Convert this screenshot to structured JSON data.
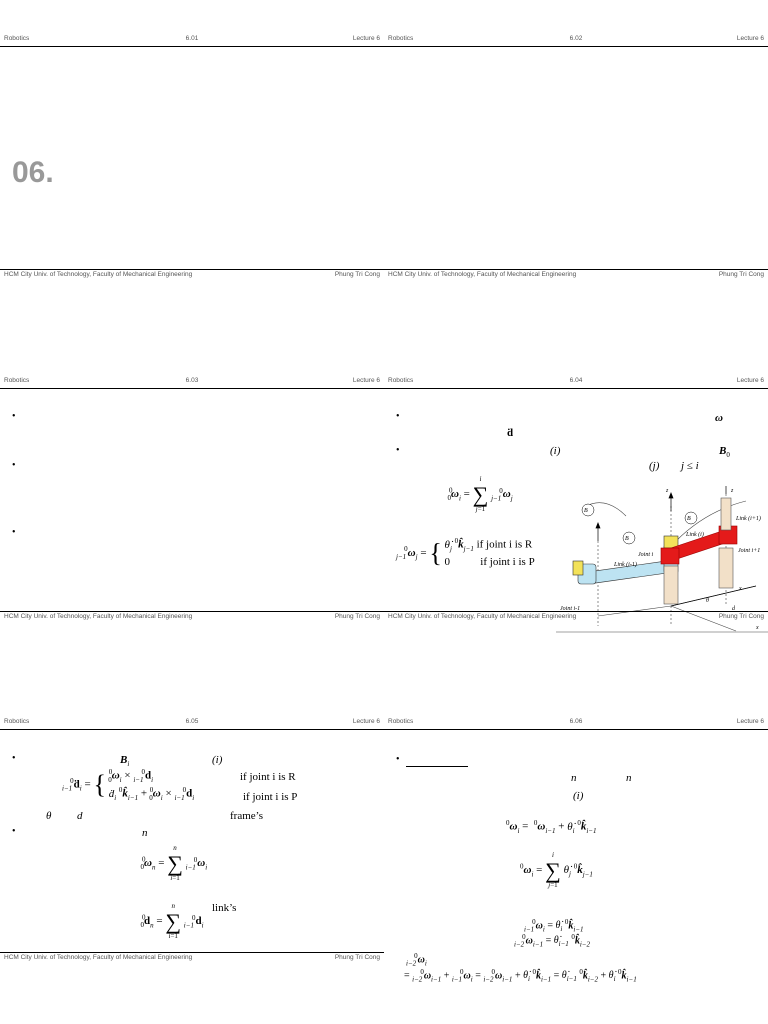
{
  "header": {
    "left": "Robotics",
    "right": "Lecture 6"
  },
  "footer": {
    "left": "HCM City Univ. of Technology, Faculty of Mechanical Engineering",
    "right": "Phung Tri Cong"
  },
  "slides": [
    {
      "number": "6.01",
      "title": "06."
    },
    {
      "number": "6.02"
    },
    {
      "number": "6.03",
      "bullets": [
        "•",
        "•",
        "•"
      ]
    },
    {
      "number": "6.04",
      "bullets": [
        "•",
        "•"
      ],
      "symbols": {
        "omega": "ω",
        "d": "ḋ",
        "i_paren": "(i)",
        "B0": "B",
        "B0_sub": "0",
        "j_paren": "(j)",
        "j_le_i": "j ≤ i"
      },
      "cases": {
        "r_label": "if joint i is R",
        "p_label": "if joint i is P",
        "zero": "0"
      },
      "figure_labels": {
        "B_im1": "B",
        "B_i": "B",
        "B_ip1": "B",
        "link_i": "Link (i)",
        "link_im1": "Link (i-1)",
        "link_ip1": "Link (i+1)",
        "joint_i": "Joint i",
        "joint_im1": "Joint i-1",
        "joint_ip1": "Joint i+1",
        "z_i": "z",
        "z_im1": "z",
        "x_i": "x",
        "x_im1": "x",
        "d_i": "d",
        "theta_i": "θ"
      }
    },
    {
      "number": "6.05",
      "bullets": [
        "•",
        "•"
      ],
      "symbols": {
        "B": "B",
        "B_sub": "i",
        "i_paren": "(i)",
        "theta": "θ",
        "d": "d",
        "frames": "frame’s",
        "n": "n",
        "links": "link’s"
      },
      "cases": {
        "r_label": "if joint i is R",
        "p_label": "if joint i is P"
      }
    },
    {
      "number": "6.06",
      "bullets": [
        "•"
      ],
      "symbols": {
        "n1": "n",
        "n2": "n",
        "i_paren": "(i)"
      }
    }
  ]
}
